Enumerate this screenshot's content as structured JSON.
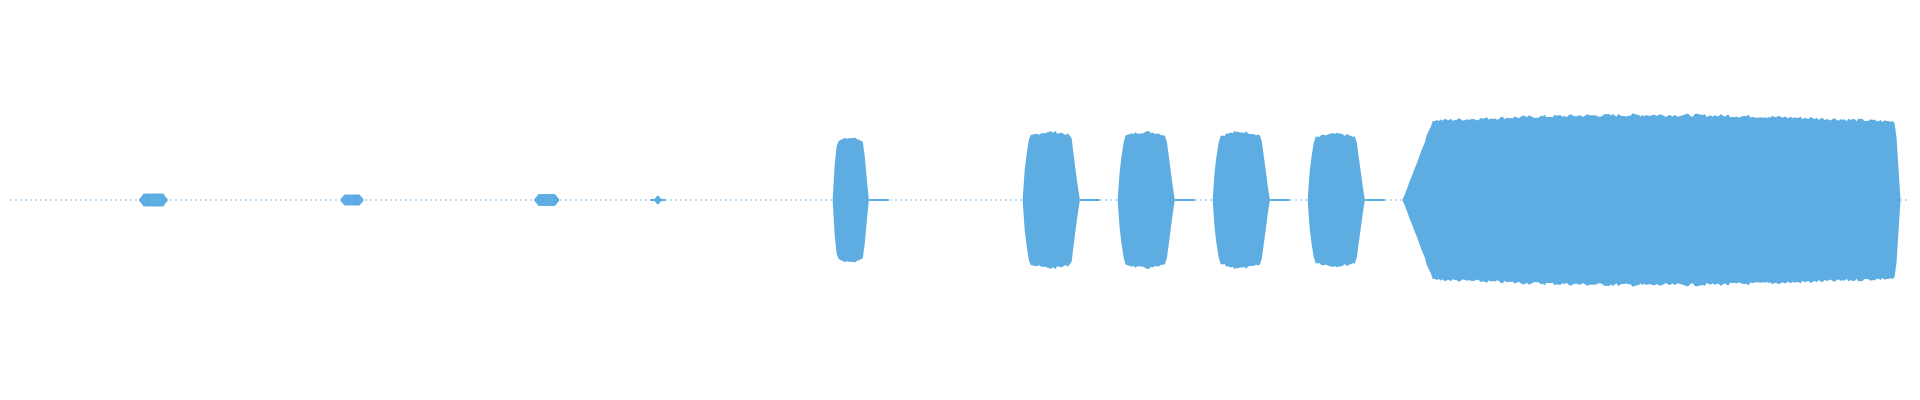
{
  "waveform": {
    "color": "#5dade2",
    "noise_floor": 0.006,
    "segments": [
      {
        "start": 0.068,
        "end": 0.083,
        "amplitude": 0.065,
        "kind": "blip"
      },
      {
        "start": 0.174,
        "end": 0.186,
        "amplitude": 0.055,
        "kind": "blip"
      },
      {
        "start": 0.276,
        "end": 0.289,
        "amplitude": 0.06,
        "kind": "blip"
      },
      {
        "start": 0.337,
        "end": 0.345,
        "amplitude": 0.045,
        "kind": "spike"
      },
      {
        "start": 0.433,
        "end": 0.452,
        "amplitude": 0.62,
        "kind": "burst"
      },
      {
        "start": 0.533,
        "end": 0.563,
        "amplitude": 0.68,
        "kind": "burst"
      },
      {
        "start": 0.583,
        "end": 0.613,
        "amplitude": 0.68,
        "kind": "burst"
      },
      {
        "start": 0.633,
        "end": 0.663,
        "amplitude": 0.68,
        "kind": "burst"
      },
      {
        "start": 0.683,
        "end": 0.713,
        "amplitude": 0.66,
        "kind": "burst"
      },
      {
        "start": 0.733,
        "end": 0.995,
        "amplitude": 0.85,
        "kind": "sustain"
      }
    ]
  }
}
